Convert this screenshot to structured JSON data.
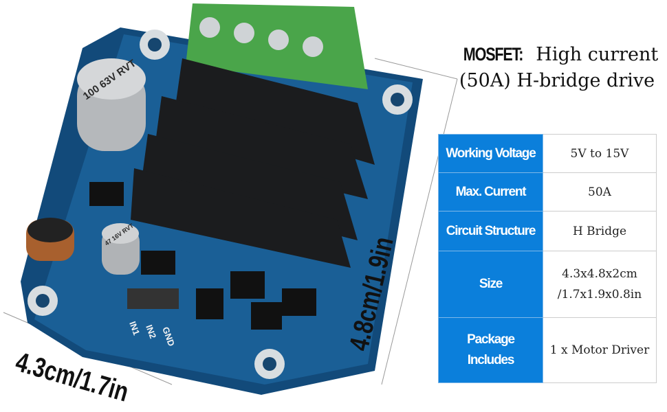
{
  "headline": {
    "brand": "MOSFET:",
    "line1_rest": "High current",
    "line2": "(50A) H-bridge drive"
  },
  "specs": [
    {
      "key": "Working Voltage",
      "value": "5V to 15V"
    },
    {
      "key": "Max. Current",
      "value": "50A"
    },
    {
      "key": "Circuit Structure",
      "value": "H Bridge"
    },
    {
      "key": "Size",
      "value": "4.3x4.8x2cm",
      "value2": "/1.7x1.9x0.8in"
    },
    {
      "key": "Package Includes",
      "value": "1 x Motor Driver"
    }
  ],
  "dimensions": {
    "width": "4.3cm/1.7in",
    "height": "4.8cm/1.9in"
  },
  "board": {
    "capacitor1": "100 63V RVT",
    "capacitor2": "47 16V RVT",
    "pins": [
      "IN1",
      "IN2",
      "GND"
    ]
  }
}
